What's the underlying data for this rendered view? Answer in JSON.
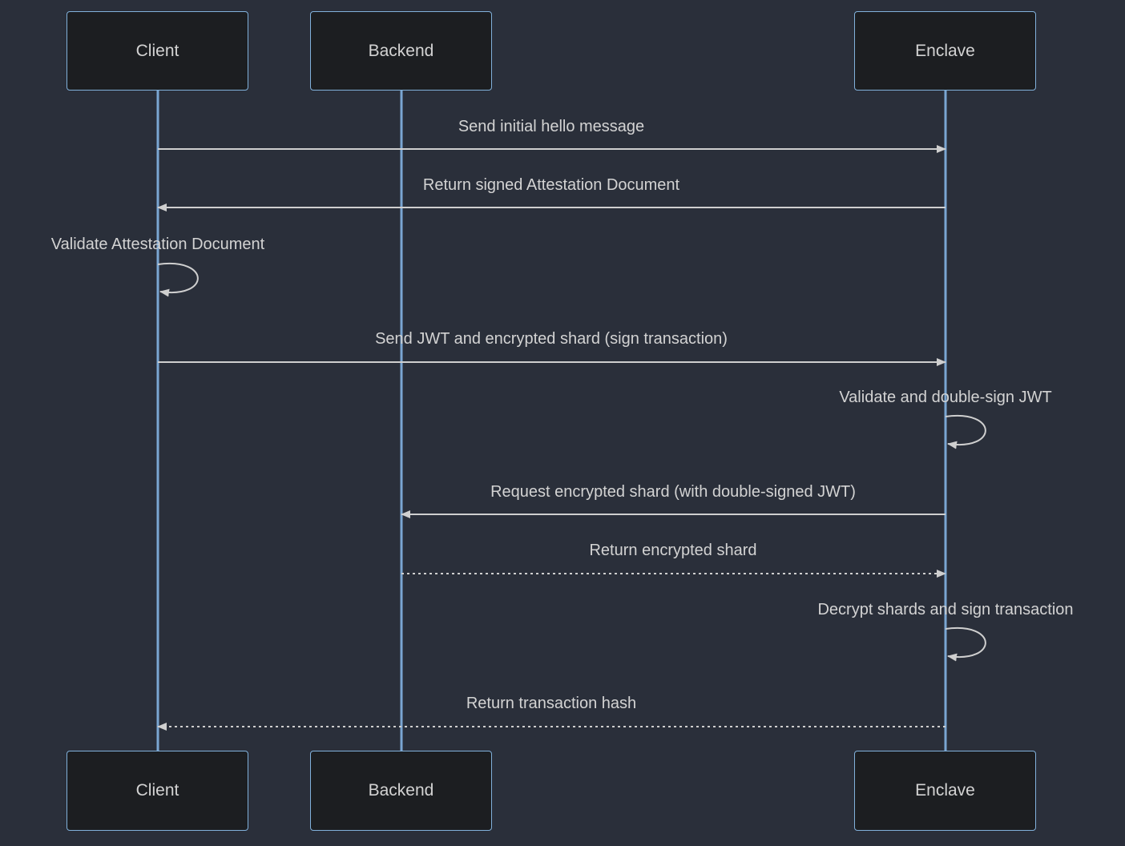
{
  "diagram_type": "sequence-diagram",
  "theme": {
    "background": "#2a2f3a",
    "actor_fill": "#1c1e21",
    "actor_border": "#81b1db",
    "lifeline_color": "#7aa6d2",
    "text_color": "#d3d3d3",
    "arrow_color": "#cfcfcf"
  },
  "actors": [
    {
      "id": "client",
      "label": "Client"
    },
    {
      "id": "backend",
      "label": "Backend"
    },
    {
      "id": "enclave",
      "label": "Enclave"
    }
  ],
  "messages": [
    {
      "from": "Client",
      "to": "Enclave",
      "line": "solid",
      "label": "Send initial hello message"
    },
    {
      "from": "Enclave",
      "to": "Client",
      "line": "solid",
      "label": "Return signed Attestation Document"
    },
    {
      "from": "Client",
      "to": "Client",
      "line": "self",
      "label": "Validate Attestation Document"
    },
    {
      "from": "Client",
      "to": "Enclave",
      "line": "solid",
      "label": "Send JWT and encrypted shard (sign transaction)"
    },
    {
      "from": "Enclave",
      "to": "Enclave",
      "line": "self",
      "label": "Validate and double-sign JWT"
    },
    {
      "from": "Enclave",
      "to": "Backend",
      "line": "solid",
      "label": "Request encrypted shard (with double-signed JWT)"
    },
    {
      "from": "Backend",
      "to": "Enclave",
      "line": "dashed",
      "label": "Return encrypted shard"
    },
    {
      "from": "Enclave",
      "to": "Enclave",
      "line": "self",
      "label": "Decrypt shards and sign transaction"
    },
    {
      "from": "Enclave",
      "to": "Client",
      "line": "dashed",
      "label": "Return transaction hash"
    }
  ]
}
